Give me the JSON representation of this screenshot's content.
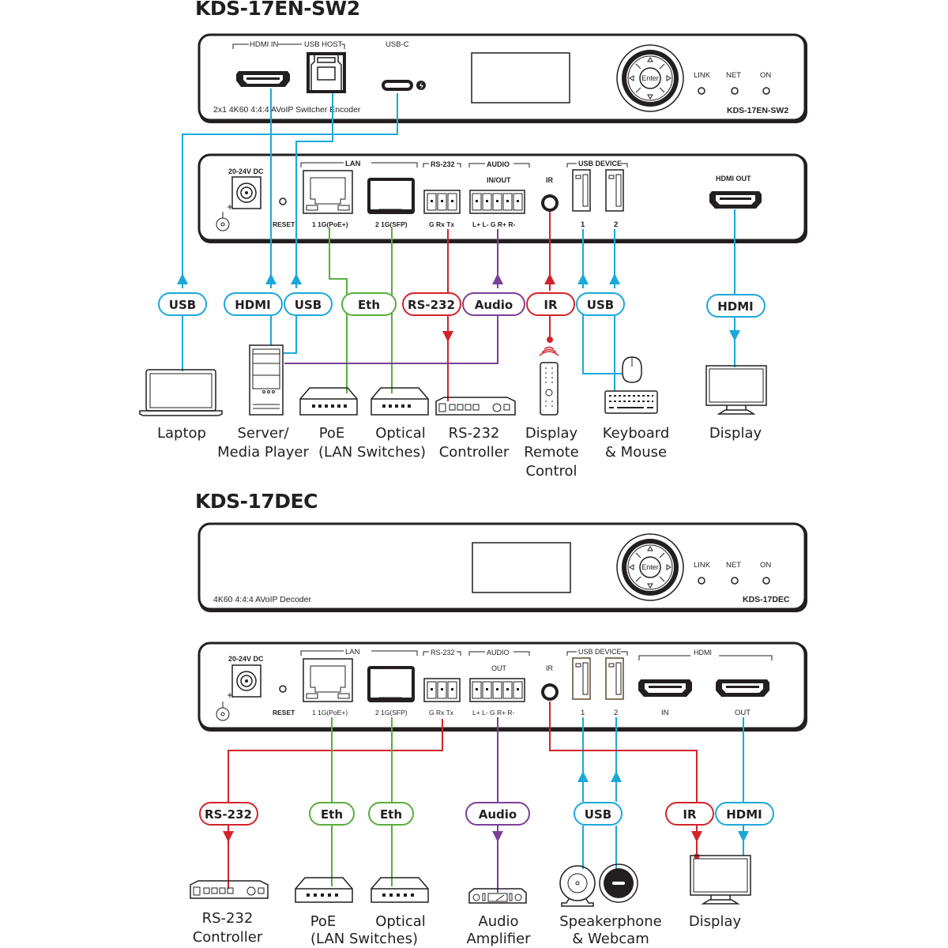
{
  "colors": {
    "usb": "#1ba8da",
    "hdmi": "#1ba8da",
    "eth": "#5aad3f",
    "rs232": "#d2232a",
    "audio": "#7b3f98",
    "ir": "#d2232a",
    "device_outline": "#231f20"
  },
  "encoder": {
    "title": "KDS-17EN-SW2",
    "front": {
      "labels": {
        "hdmi_in": "HDMI IN",
        "usb_host": "USB HOST",
        "usb_c": "USB-C",
        "description": "2x1 4K60 4:4:4 AVoIP Switcher Encoder",
        "enter": "Enter",
        "link": "LINK",
        "net": "NET",
        "on": "ON",
        "model": "KDS-17EN-SW2"
      }
    },
    "rear": {
      "labels": {
        "power": "20-24V DC",
        "reset": "RESET",
        "lan": "LAN",
        "lan1": "1 1G(PoE+)",
        "lan2": "2 1G(SFP)",
        "rs232": "RS-232",
        "rs232_pins": "G  Rx  Tx",
        "audio": "AUDIO",
        "audio_dir": "IN/OUT",
        "audio_pins": "L+  L-  G  R+  R-",
        "ir": "IR",
        "usb_device": "USB DEVICE",
        "usb1": "1",
        "usb2": "2",
        "hdmi_out": "HDMI OUT"
      }
    },
    "connections": [
      {
        "label": "USB",
        "type": "usb"
      },
      {
        "label": "HDMI",
        "type": "hdmi"
      },
      {
        "label": "USB",
        "type": "usb"
      },
      {
        "label": "Eth",
        "type": "eth"
      },
      {
        "label": "RS-232",
        "type": "rs232"
      },
      {
        "label": "Audio",
        "type": "audio"
      },
      {
        "label": "IR",
        "type": "ir"
      },
      {
        "label": "USB",
        "type": "usb"
      },
      {
        "label": "HDMI",
        "type": "hdmi"
      }
    ],
    "devices": [
      {
        "line1": "Laptop",
        "line2": "",
        "line3": ""
      },
      {
        "line1": "Server/",
        "line2": "Media Player",
        "line3": ""
      },
      {
        "line1": "PoE",
        "line2": "(LAN Switches)",
        "line3": ""
      },
      {
        "line1": "Optical",
        "line2": "",
        "line3": ""
      },
      {
        "line1": "RS-232",
        "line2": "Controller",
        "line3": ""
      },
      {
        "line1": "Display",
        "line2": "Remote",
        "line3": "Control"
      },
      {
        "line1": "Keyboard",
        "line2": "& Mouse",
        "line3": ""
      },
      {
        "line1": "Display",
        "line2": "",
        "line3": ""
      }
    ]
  },
  "decoder": {
    "title": "KDS-17DEC",
    "front": {
      "labels": {
        "description": "4K60 4:4:4 AVoIP Decoder",
        "enter": "Enter",
        "link": "LINK",
        "net": "NET",
        "on": "ON",
        "model": "KDS-17DEC"
      }
    },
    "rear": {
      "labels": {
        "power": "20-24V DC",
        "reset": "RESET",
        "lan": "LAN",
        "lan1": "1 1G(PoE+)",
        "lan2": "2 1G(SFP)",
        "rs232": "RS-232",
        "rs232_pins": "G  Rx  Tx",
        "audio": "AUDIO",
        "audio_dir": "OUT",
        "audio_pins": "L+  L-  G  R+  R-",
        "ir": "IR",
        "usb_device": "USB DEVICE",
        "usb1": "1",
        "usb2": "2",
        "hdmi": "HDMI",
        "hdmi_in": "IN",
        "hdmi_out": "OUT"
      }
    },
    "connections": [
      {
        "label": "RS-232",
        "type": "rs232"
      },
      {
        "label": "Eth",
        "type": "eth"
      },
      {
        "label": "Eth",
        "type": "eth"
      },
      {
        "label": "Audio",
        "type": "audio"
      },
      {
        "label": "USB",
        "type": "usb"
      },
      {
        "label": "IR",
        "type": "ir"
      },
      {
        "label": "HDMI",
        "type": "hdmi"
      }
    ],
    "devices": [
      {
        "line1": "RS-232",
        "line2": "Controller"
      },
      {
        "line1": "PoE",
        "line2": "(LAN Switches)"
      },
      {
        "line1": "Optical",
        "line2": ""
      },
      {
        "line1": "Audio",
        "line2": "Amplifier"
      },
      {
        "line1": "Speakerphone",
        "line2": "& Webcam"
      },
      {
        "line1": "Display",
        "line2": ""
      }
    ]
  }
}
